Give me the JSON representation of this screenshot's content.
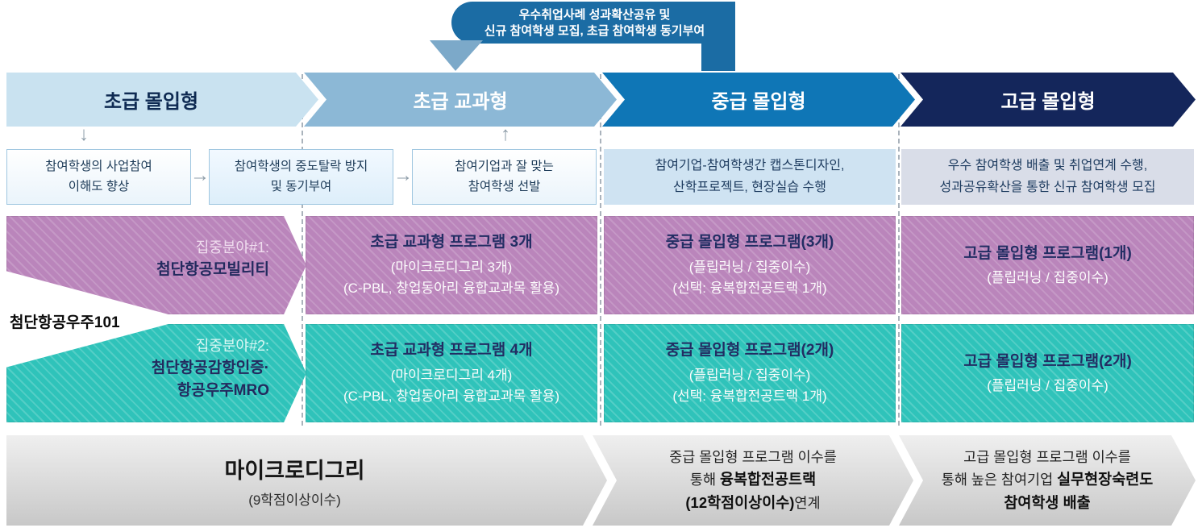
{
  "banner": {
    "line1": "우수취업사례 성과확산공유 및",
    "line2": "신규 참여학생 모집, 초급 참여학생 동기부여"
  },
  "headers": [
    {
      "label": "초급 몰입형"
    },
    {
      "label": "초급 교과형"
    },
    {
      "label": "중급 몰입형"
    },
    {
      "label": "고급 몰입형"
    }
  ],
  "icons": {
    "down": "↓",
    "right": "→",
    "up": "↑"
  },
  "steps": [
    {
      "line1": "참여학생의 사업참여",
      "line2": "이해도 향상"
    },
    {
      "line1": "참여학생의 중도탈락 방지",
      "line2": "및 동기부여"
    },
    {
      "line1": "참여기업과 잘 맞는",
      "line2": "참여학생 선발"
    }
  ],
  "descriptions": {
    "intermediate": {
      "line1": "참여기업-참여학생간 캡스톤디자인,",
      "line2": "산학프로젝트, 현장실습 수행"
    },
    "advanced": {
      "line1": "우수 참여학생 배출 및 취업연계 수행,",
      "line2": "성과공유확산을 통한 신규 참여학생 모집"
    }
  },
  "root_label": "첨단항공우주101",
  "tracks": [
    {
      "focus_label": "집중분야#1:",
      "focus_name_line1": "첨단항공모빌리티",
      "focus_name_line2": "",
      "programs": [
        {
          "title": "초급 교과형 프로그램 3개",
          "line2": "(마이크로디그리 3개)",
          "line3": "(C-PBL, 창업동아리 융합교과목 활용)"
        },
        {
          "title": "중급 몰입형 프로그램(3개)",
          "line2": "(플립러닝 / 집중이수)",
          "line3": "(선택: 융복합전공트랙 1개)"
        },
        {
          "title": "고급 몰입형 프로그램(1개)",
          "line2": "(플립러닝 / 집중이수)",
          "line3": ""
        }
      ]
    },
    {
      "focus_label": "집중분야#2:",
      "focus_name_line1": "첨단항공감항인증·",
      "focus_name_line2": "항공우주MRO",
      "programs": [
        {
          "title": "초급 교과형 프로그램 4개",
          "line2": "(마이크로디그리 4개)",
          "line3": "(C-PBL, 창업동아리 융합교과목 활용)"
        },
        {
          "title": "중급 몰입형 프로그램(2개)",
          "line2": "(플립러닝 / 집중이수)",
          "line3": "(선택: 융복합전공트랙 1개)"
        },
        {
          "title": "고급 몰입형 프로그램(2개)",
          "line2": "(플립러닝 / 집중이수)",
          "line3": ""
        }
      ]
    }
  ],
  "bottom": {
    "micro": {
      "title": "마이크로디그리",
      "subtitle": "(9학점이상이수)"
    },
    "intermediate": {
      "line1": "중급 몰입형 프로그램 이수를",
      "line2_normal": "통해 ",
      "line2_bold": "융복합전공트랙",
      "line3_bold": "(12학점이상이수)",
      "line3_normal": "연계"
    },
    "advanced": {
      "line1": "고급 몰입형 프로그램 이수를",
      "line2_normal": "통해 높은 참여기업 ",
      "line2_bold": "실무현장숙련도",
      "line3_bold": "참여학생 배출"
    }
  },
  "colors": {
    "banner_blue": "#1b6ca4",
    "banner_arrowhead": "#7ca9c9",
    "header_beginner": "#c9e2f0",
    "header_curricular": "#8cb8d6",
    "header_intermediate": "#0f76b6",
    "header_advanced": "#14265b",
    "purple": "#ba85bb",
    "teal": "#2fc3ba",
    "desc_intermediate_bg": "#cfe3f2",
    "desc_advanced_bg": "#d9dde8"
  }
}
